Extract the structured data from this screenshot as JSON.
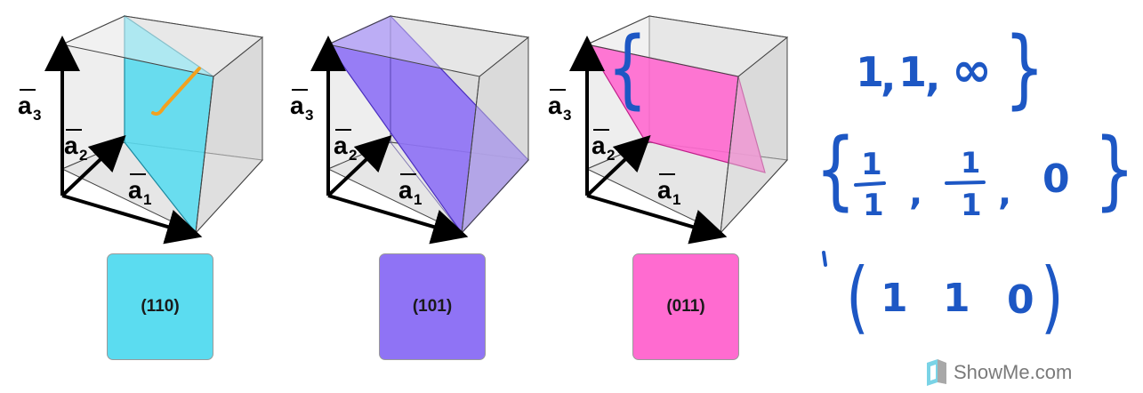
{
  "axes": {
    "a1": {
      "letter": "a",
      "sub": "1"
    },
    "a2": {
      "letter": "a",
      "sub": "2"
    },
    "a3": {
      "letter": "a",
      "sub": "3"
    }
  },
  "planes": [
    {
      "label": "(110)",
      "color": "#5bdcf0"
    },
    {
      "label": "(101)",
      "color": "#8f73f5"
    },
    {
      "label": "(011)",
      "color": "#ff6bd0"
    }
  ],
  "annotation_color": "#f2a11f",
  "handwriting": {
    "ink_color": "#1d57c4",
    "intercepts": [
      "1",
      "1",
      "∞"
    ],
    "reciprocals": {
      "numerators": [
        "1",
        "1"
      ],
      "denominators": [
        "1",
        "1"
      ],
      "third": "0"
    },
    "miller": [
      "1",
      "1",
      "0"
    ]
  },
  "watermark": {
    "text": "ShowMe.com"
  }
}
